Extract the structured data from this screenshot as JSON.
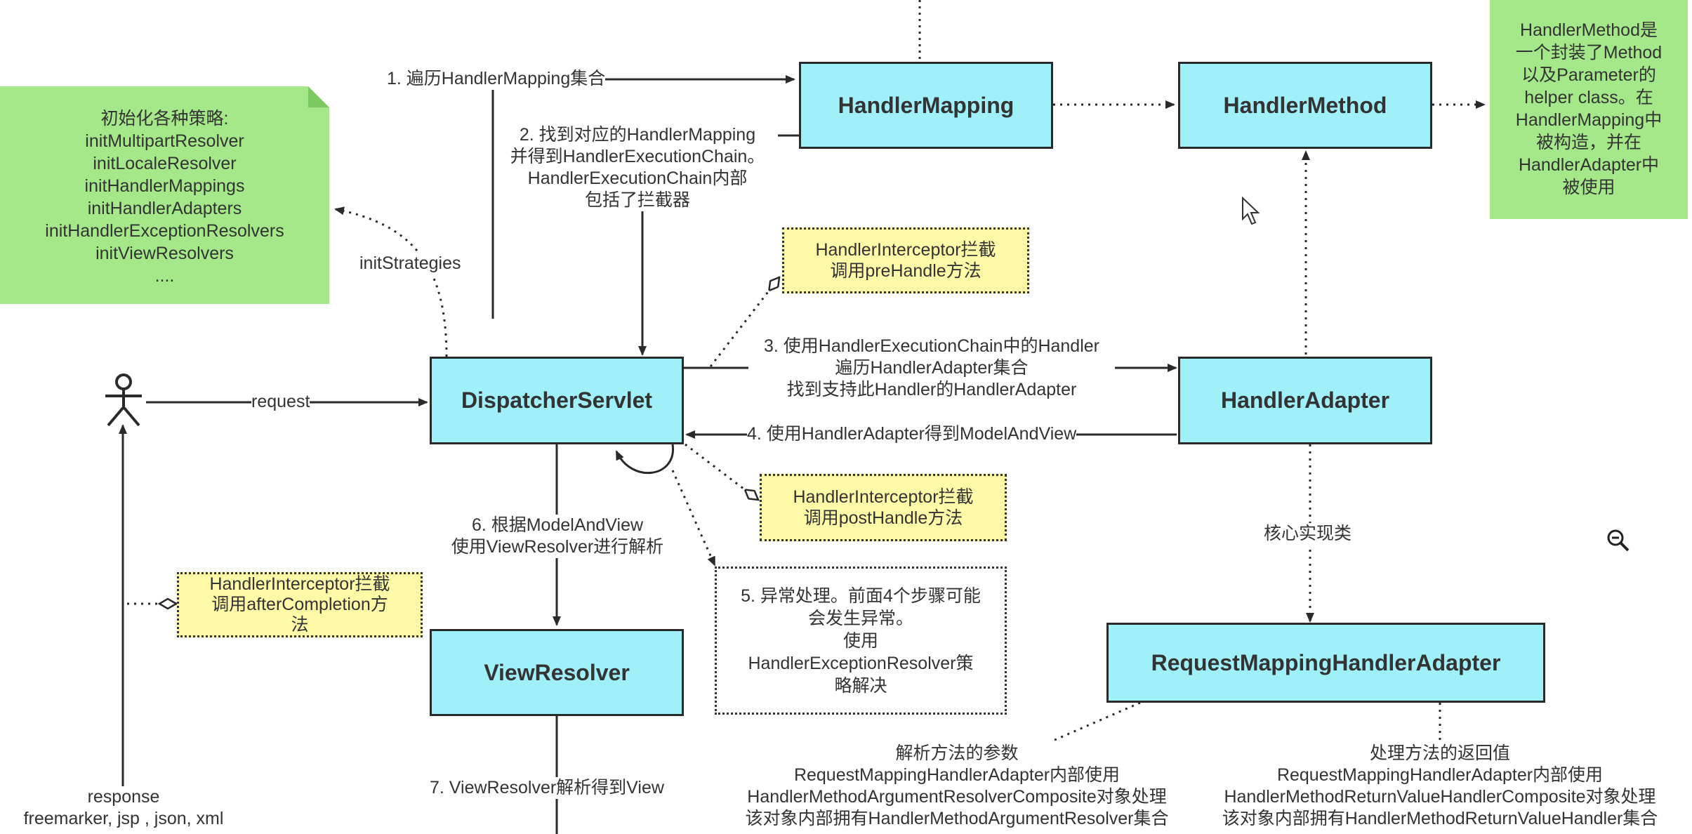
{
  "boxes": {
    "handler_mapping": "HandlerMapping",
    "handler_method": "HandlerMethod",
    "dispatcher_servlet": "DispatcherServlet",
    "handler_adapter": "HandlerAdapter",
    "view_resolver": "ViewResolver",
    "request_mapping_handler_adapter": "RequestMappingHandlerAdapter"
  },
  "notes": {
    "init_strategies": "初始化各种策略:\ninitMultipartResolver\ninitLocaleResolver\ninitHandlerMappings\ninitHandlerAdapters\ninitHandlerExceptionResolvers\ninitViewResolvers\n....",
    "handler_method_desc": "HandlerMethod是\n一个封装了Method\n以及Parameter的\nhelper class。在\nHandlerMapping中\n被构造，并在\nHandlerAdapter中\n被使用",
    "pre_handle": "HandlerInterceptor拦截\n调用preHandle方法",
    "post_handle": "HandlerInterceptor拦截\n调用postHandle方法",
    "after_completion": "HandlerInterceptor拦截\n调用afterCompletion方\n法",
    "exception_handling": "5. 异常处理。前面4个步骤可能\n会发生异常。\n使用\nHandlerExceptionResolver策\n略解决"
  },
  "labels": {
    "step1": "1. 遍历HandlerMapping集合",
    "step2": "2. 找到对应的HandlerMapping\n并得到HandlerExecutionChain。\nHandlerExecutionChain内部\n包括了拦截器",
    "init_strategies": "initStrategies",
    "request": "request",
    "step3": "3. 使用HandlerExecutionChain中的Handler\n遍历HandlerAdapter集合\n找到支持此Handler的HandlerAdapter",
    "step4": "4. 使用HandlerAdapter得到ModelAndView",
    "step6": "6. 根据ModelAndView\n使用ViewResolver进行解析",
    "core_impl": "核心实现类",
    "step7": "7. ViewResolver解析得到View",
    "response": "response\nfreemarker, jsp , json, xml",
    "arg_resolver": "解析方法的参数\nRequestMappingHandlerAdapter内部使用\nHandlerMethodArgumentResolverComposite对象处理\n该对象内部拥有HandlerMethodArgumentResolver集合",
    "return_value": "处理方法的返回值\nRequestMappingHandlerAdapter内部使用\nHandlerMethodReturnValueHandlerComposite对象处理\n该对象内部拥有HandlerMethodReturnValueHandler集合"
  },
  "icons": [
    "actor-icon",
    "mouse-cursor-icon",
    "zoom-out-icon"
  ],
  "colors": {
    "box_fill": "#9ff0f8",
    "green_note": "#a4e889",
    "yellow_note": "#fffaa8",
    "line": "#2a2a2a"
  }
}
